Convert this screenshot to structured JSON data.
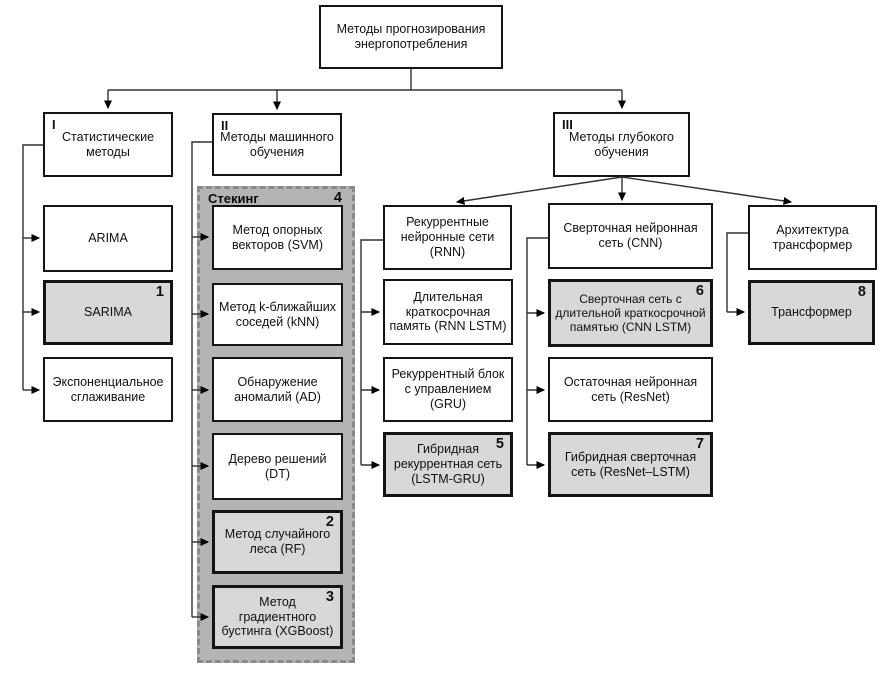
{
  "diagram_title": "Методы прогнозирования энергопотребления",
  "nodes": {
    "root": {
      "label": "Методы прогнозирования энергопотребления"
    },
    "stat_header": {
      "numeral": "I",
      "label": "Статистические методы"
    },
    "arima": {
      "label": "ARIMA"
    },
    "sarima": {
      "label": "SARIMA",
      "badge": "1"
    },
    "exp_smoothing": {
      "label": "Экспоненциальное сглаживание"
    },
    "ml_header": {
      "numeral": "II",
      "label": "Методы машинного обучения"
    },
    "stacking_group": {
      "label": "Стекинг",
      "badge": "4"
    },
    "svm": {
      "label": "Метод опорных векторов (SVM)"
    },
    "knn": {
      "label": "Метод k-ближайших соседей (kNN)"
    },
    "anomaly": {
      "label": "Обнаружение аномалий (AD)"
    },
    "decision_tree": {
      "label": "Дерево решений (DT)"
    },
    "random_forest": {
      "label": "Метод случайного леса (RF)",
      "badge": "2"
    },
    "xgboost": {
      "label": "Метод градиентного бустинга (XGBoost)",
      "badge": "3"
    },
    "dl_header": {
      "numeral": "III",
      "label": "Методы глубокого обучения"
    },
    "rnn": {
      "label": "Рекуррентные нейронные сети (RNN)"
    },
    "rnn_lstm": {
      "label": "Длительная краткосрочная память (RNN LSTM)"
    },
    "gru": {
      "label": "Рекуррентный блок с управлением (GRU)"
    },
    "lstm_gru": {
      "label": "Гибридная рекуррентная сеть (LSTM-GRU)",
      "badge": "5"
    },
    "cnn": {
      "label": "Сверточная нейронная сеть (CNN)"
    },
    "cnn_lstm": {
      "label": "Сверточная сеть с длительной краткосрочной памятью (CNN LSTM)",
      "badge": "6"
    },
    "resnet": {
      "label": "Остаточная нейронная сеть (ResNet)"
    },
    "resnet_lstm": {
      "label": "Гибридная сверточная сеть (ResNet–LSTM)",
      "badge": "7"
    },
    "transformer_arch": {
      "label": "Архитектура трансформер"
    },
    "transformer": {
      "label": "Трансформер",
      "badge": "8"
    }
  },
  "colors": {
    "box_fill_white": "#ffffff",
    "box_fill_gray": "#d8d8d8",
    "group_fill": "#b4b4b4",
    "group_dash_border": "#8a8a8a",
    "box_border": "#141414",
    "connector": "#303030"
  }
}
